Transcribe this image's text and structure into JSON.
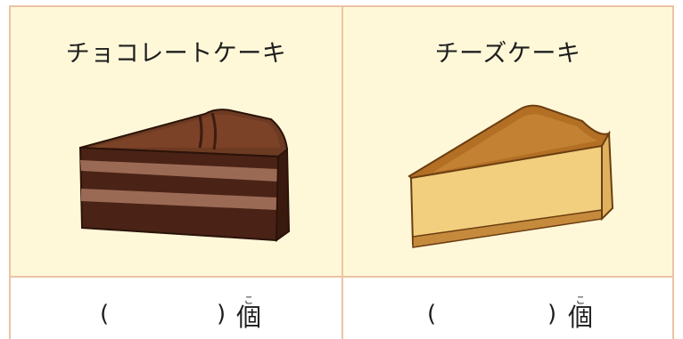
{
  "items": [
    {
      "name": "チョコレートケーキ",
      "open_paren": "(",
      "close_paren": ")",
      "counter": "個",
      "counter_reading": "こ",
      "colors": {
        "top": "#6d3a22",
        "layer": "#9b6a55",
        "sponge": "#4a2316",
        "outline": "#2b130a"
      }
    },
    {
      "name": "チーズケーキ",
      "open_paren": "(",
      "close_paren": ")",
      "counter": "個",
      "counter_reading": "こ",
      "colors": {
        "top": "#b36f24",
        "body": "#f2cf7e",
        "base": "#c58a3c",
        "outline": "#6b3e12"
      }
    }
  ],
  "colors": {
    "cell_background": "#fff8d8",
    "border": "#ecc3a3",
    "text": "#1e1e1e"
  }
}
